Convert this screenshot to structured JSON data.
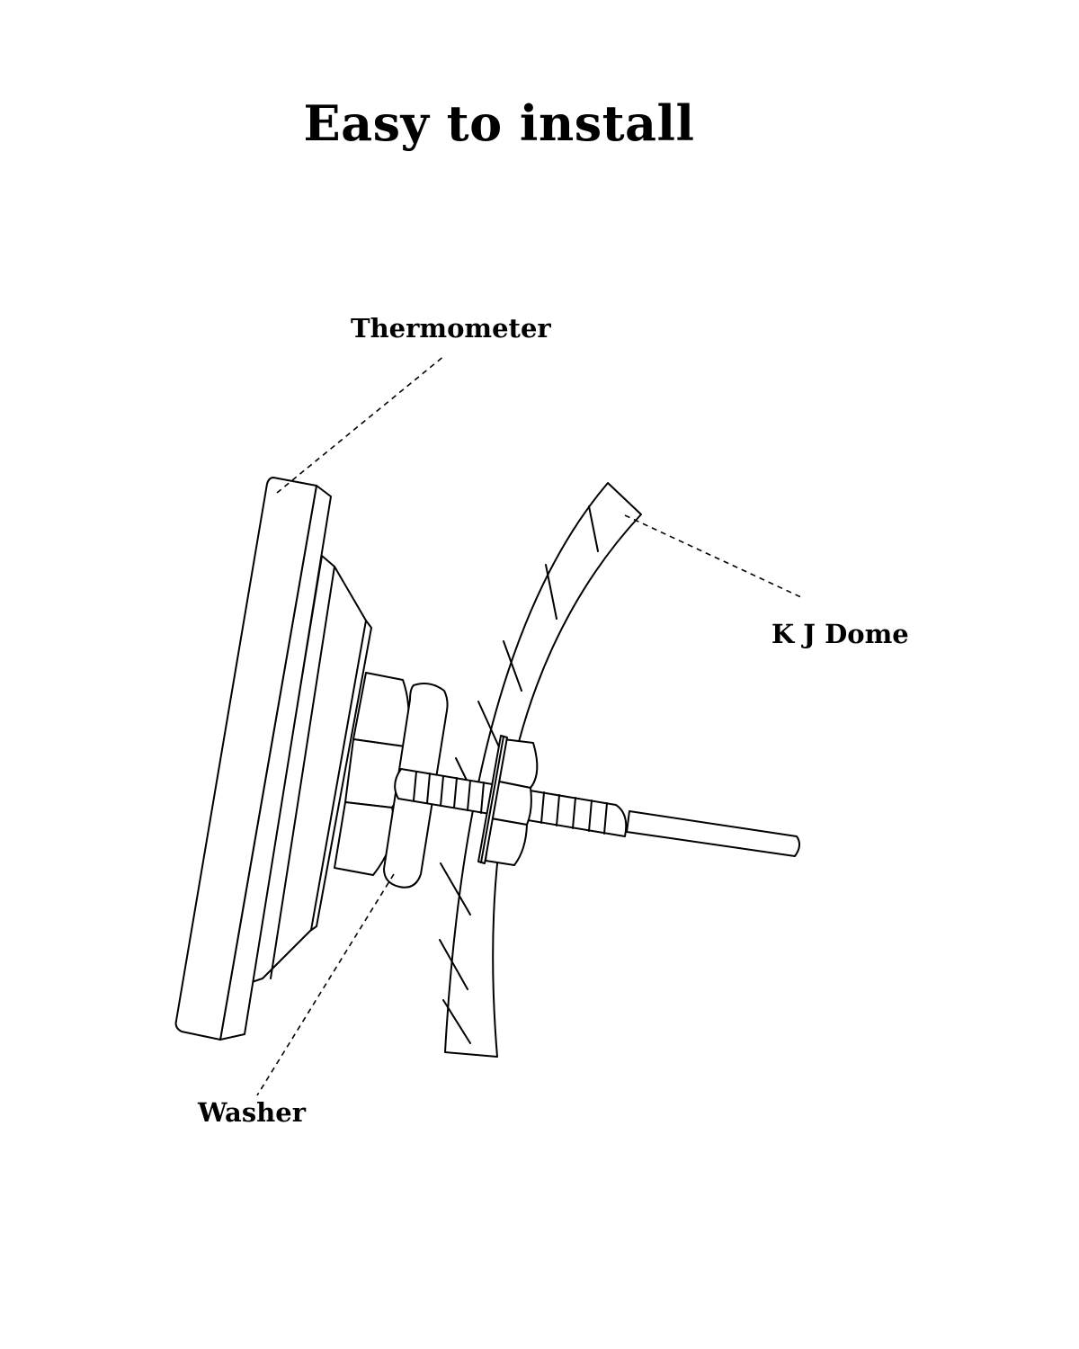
{
  "title": "Easy to install",
  "labels": {
    "thermometer": "Thermometer",
    "dome": "K J Dome",
    "washer": "Washer"
  },
  "colors": {
    "line": "#000000",
    "background": "#ffffff"
  }
}
